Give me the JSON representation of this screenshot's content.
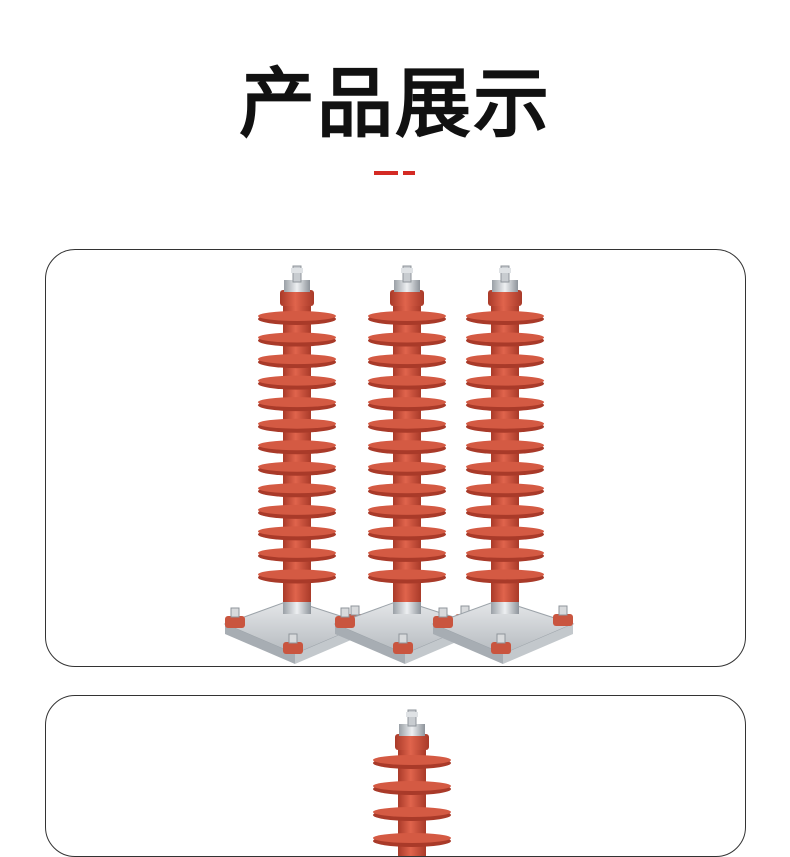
{
  "header": {
    "title": "产品展示"
  },
  "colors": {
    "accent": "#d42a24",
    "arrester_body": "#cf4f3a",
    "arrester_shadow": "#a93a29",
    "card_border": "#333333"
  },
  "gallery": {
    "items": [
      {
        "image": "arrester-group-photo",
        "count": 3
      },
      {
        "image": "arrester-single-photo",
        "count": 1
      }
    ]
  }
}
